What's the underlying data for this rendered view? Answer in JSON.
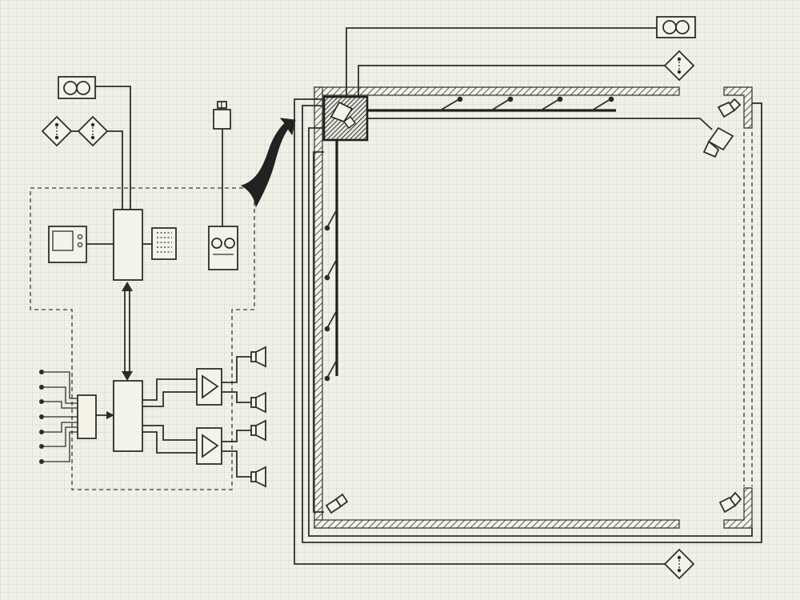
{
  "diagram": {
    "colors": {
      "line": "#2e2e2e",
      "paper": "#f1f0e6",
      "grid": "#c8cdd0"
    },
    "left_panel": {
      "sensors_top": [
        "motion-detector",
        "motion-detector",
        "dual-sensor"
      ],
      "devices": [
        "monitor",
        "control-unit",
        "keypad",
        "camera",
        "video-recorder"
      ],
      "bus": "bidirectional-link",
      "inputs": {
        "count": 7
      },
      "amplifiers": {
        "count": 2
      },
      "speakers": {
        "count": 4
      }
    },
    "room_plan": {
      "ceiling_sensors": {
        "count": 4
      },
      "wall_sensors": {
        "count": 4
      },
      "corner_units": [
        "camera",
        "speaker",
        "speaker",
        "speaker"
      ],
      "outside_devices": [
        "dual-sensor",
        "motion-detector",
        "camera",
        "motion-detector"
      ]
    }
  }
}
